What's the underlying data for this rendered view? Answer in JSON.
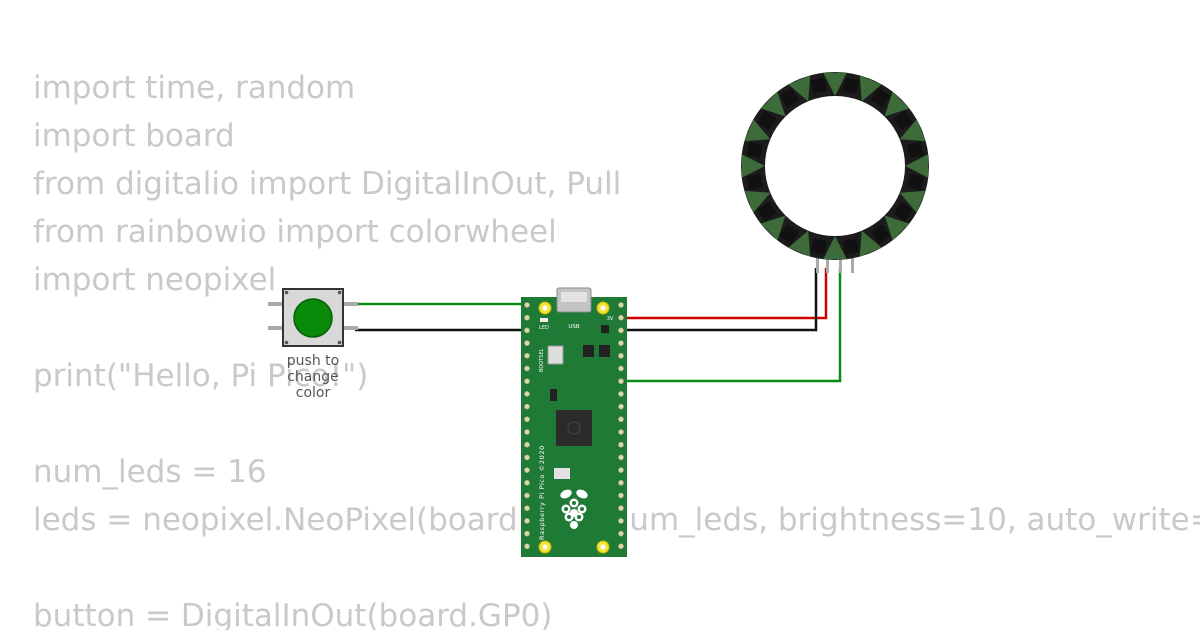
{
  "code": {
    "lines": [
      "import time, random",
      "import board",
      "from digitalio import DigitalInOut, Pull",
      "from rainbowio import colorwheel",
      "import neopixel",
      "",
      "print(\"Hello, Pi Pico!\")",
      "",
      "num_leds = 16",
      "leds = neopixel.NeoPixel(board.GP1, num_leds, brightness=10, auto_write=",
      "",
      "button = DigitalInOut(board.GP0)"
    ]
  },
  "button": {
    "caption_lines": [
      "push to",
      "change",
      "color"
    ],
    "cap_color": "#0a8a0a"
  },
  "pico": {
    "board_name": "Raspberry Pi Pico ©2020",
    "led_label": "LED",
    "usb_label": "USB",
    "bootsel_label": "BOOTSEL",
    "pin_label_3v": "3V",
    "board_color": "#1f7a35"
  },
  "ring": {
    "led_count": 16,
    "body_color": "#1c1c1c",
    "led_color": "#3d6b3a"
  },
  "wires": {
    "green": "#0b8a14",
    "black": "#111111",
    "red": "#d40000"
  }
}
